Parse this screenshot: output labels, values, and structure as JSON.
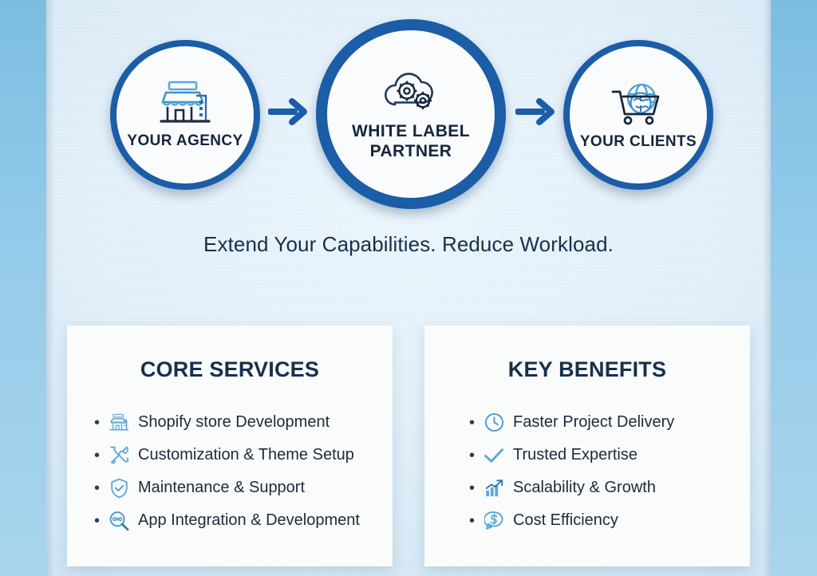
{
  "colors": {
    "deep_blue": "#1b5da6",
    "navy_text": "#14263d",
    "light_blue_icon": "#5aa8dc",
    "card_bg": "#fafbfb",
    "panel_bg": "#e0eef8",
    "edge_blue": "#7cbde2"
  },
  "flow": {
    "nodes": [
      {
        "label": "YOUR AGENCY",
        "icon": "storefront-icon",
        "size": "small"
      },
      {
        "label": "WHITE LABEL\nPARTNER",
        "label_line1": "WHITE LABEL",
        "label_line2": "PARTNER",
        "icon": "cloud-gears-icon",
        "size": "big"
      },
      {
        "label": "YOUR CLIENTS",
        "icon": "cart-globe-icon",
        "size": "small"
      }
    ],
    "arrows": [
      {
        "icon": "arrow-right-icon"
      },
      {
        "icon": "arrow-right-icon"
      }
    ]
  },
  "tagline": "Extend Your Capabilities. Reduce Workload.",
  "cards": [
    {
      "title": "CORE SERVICES",
      "items": [
        {
          "icon": "storefront-icon",
          "text": "Shopify store Development"
        },
        {
          "icon": "tools-icon",
          "text": "Customization & Theme Setup"
        },
        {
          "icon": "shield-check-icon",
          "text": "Maintenance & Support"
        },
        {
          "icon": "magnifier-app-icon",
          "text": "App Integration & Development"
        }
      ]
    },
    {
      "title": "KEY BENEFITS",
      "items": [
        {
          "icon": "clock-icon",
          "text": "Faster Project Delivery"
        },
        {
          "icon": "check-icon",
          "text": "Trusted Expertise"
        },
        {
          "icon": "growth-chart-icon",
          "text": "Scalability & Growth"
        },
        {
          "icon": "dollar-bubble-icon",
          "text": "Cost Efficiency"
        }
      ]
    }
  ],
  "bullet_glyph": "•"
}
